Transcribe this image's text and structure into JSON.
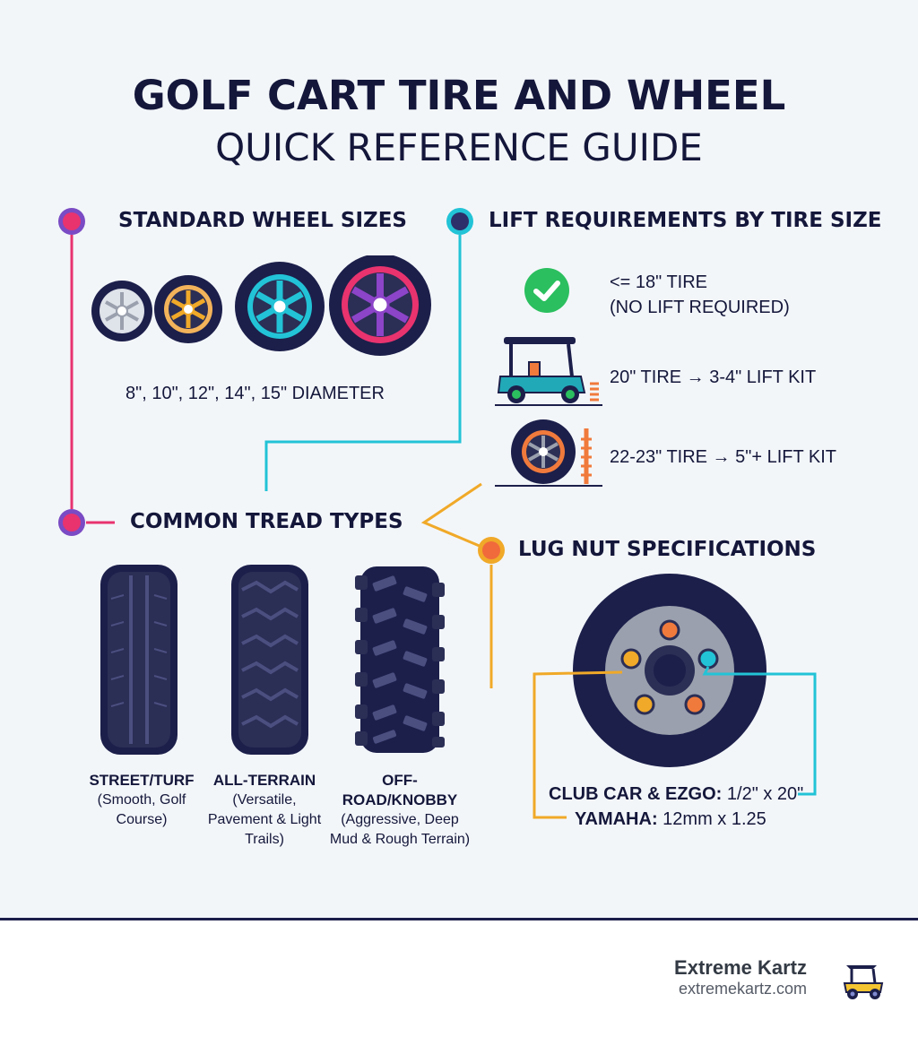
{
  "title": {
    "line1": "GOLF CART TIRE AND WHEEL",
    "line2": "QUICK REFERENCE GUIDE"
  },
  "sections": {
    "wheel_sizes": {
      "heading": "STANDARD WHEEL SIZES",
      "caption": "8\", 10\", 12\", 14\", 15\" DIAMETER",
      "accent": "#e8336f"
    },
    "lift": {
      "heading": "LIFT REQUIREMENTS BY TIRE SIZE",
      "accent": "#22c3d6",
      "items": [
        {
          "icon": "check-icon",
          "line1": "<= 18\" TIRE",
          "line2": "(NO LIFT REQUIRED)"
        },
        {
          "icon": "golf-cart-icon",
          "line1": "20\" TIRE → 3-4\" LIFT KIT"
        },
        {
          "icon": "tire-lift-icon",
          "line1": "22-23\" TIRE → 5\"+ LIFT KIT"
        }
      ]
    },
    "tread": {
      "heading": "COMMON TREAD TYPES",
      "accent": "#e8336f",
      "types": [
        {
          "name": "STREET/TURF",
          "desc": "(Smooth, Golf Course)"
        },
        {
          "name": "ALL-TERRAIN",
          "desc": "(Versatile, Pavement & Light Trails)"
        },
        {
          "name": "OFF-ROAD/KNOBBY",
          "desc": "(Aggressive, Deep Mud & Rough Terrain)"
        }
      ]
    },
    "lug": {
      "heading": "LUG NUT SPECIFICATIONS",
      "accent": "#f0a928",
      "specs": [
        {
          "label": "CLUB CAR & EZGO:",
          "value": "1/2\" x 20\""
        },
        {
          "label": "YAMAHA:",
          "value": "12mm x 1.25"
        }
      ]
    }
  },
  "footer": {
    "brand": "Extreme Kartz",
    "url": "extremekartz.com",
    "logo_icon": "golf-cart-logo-icon"
  }
}
